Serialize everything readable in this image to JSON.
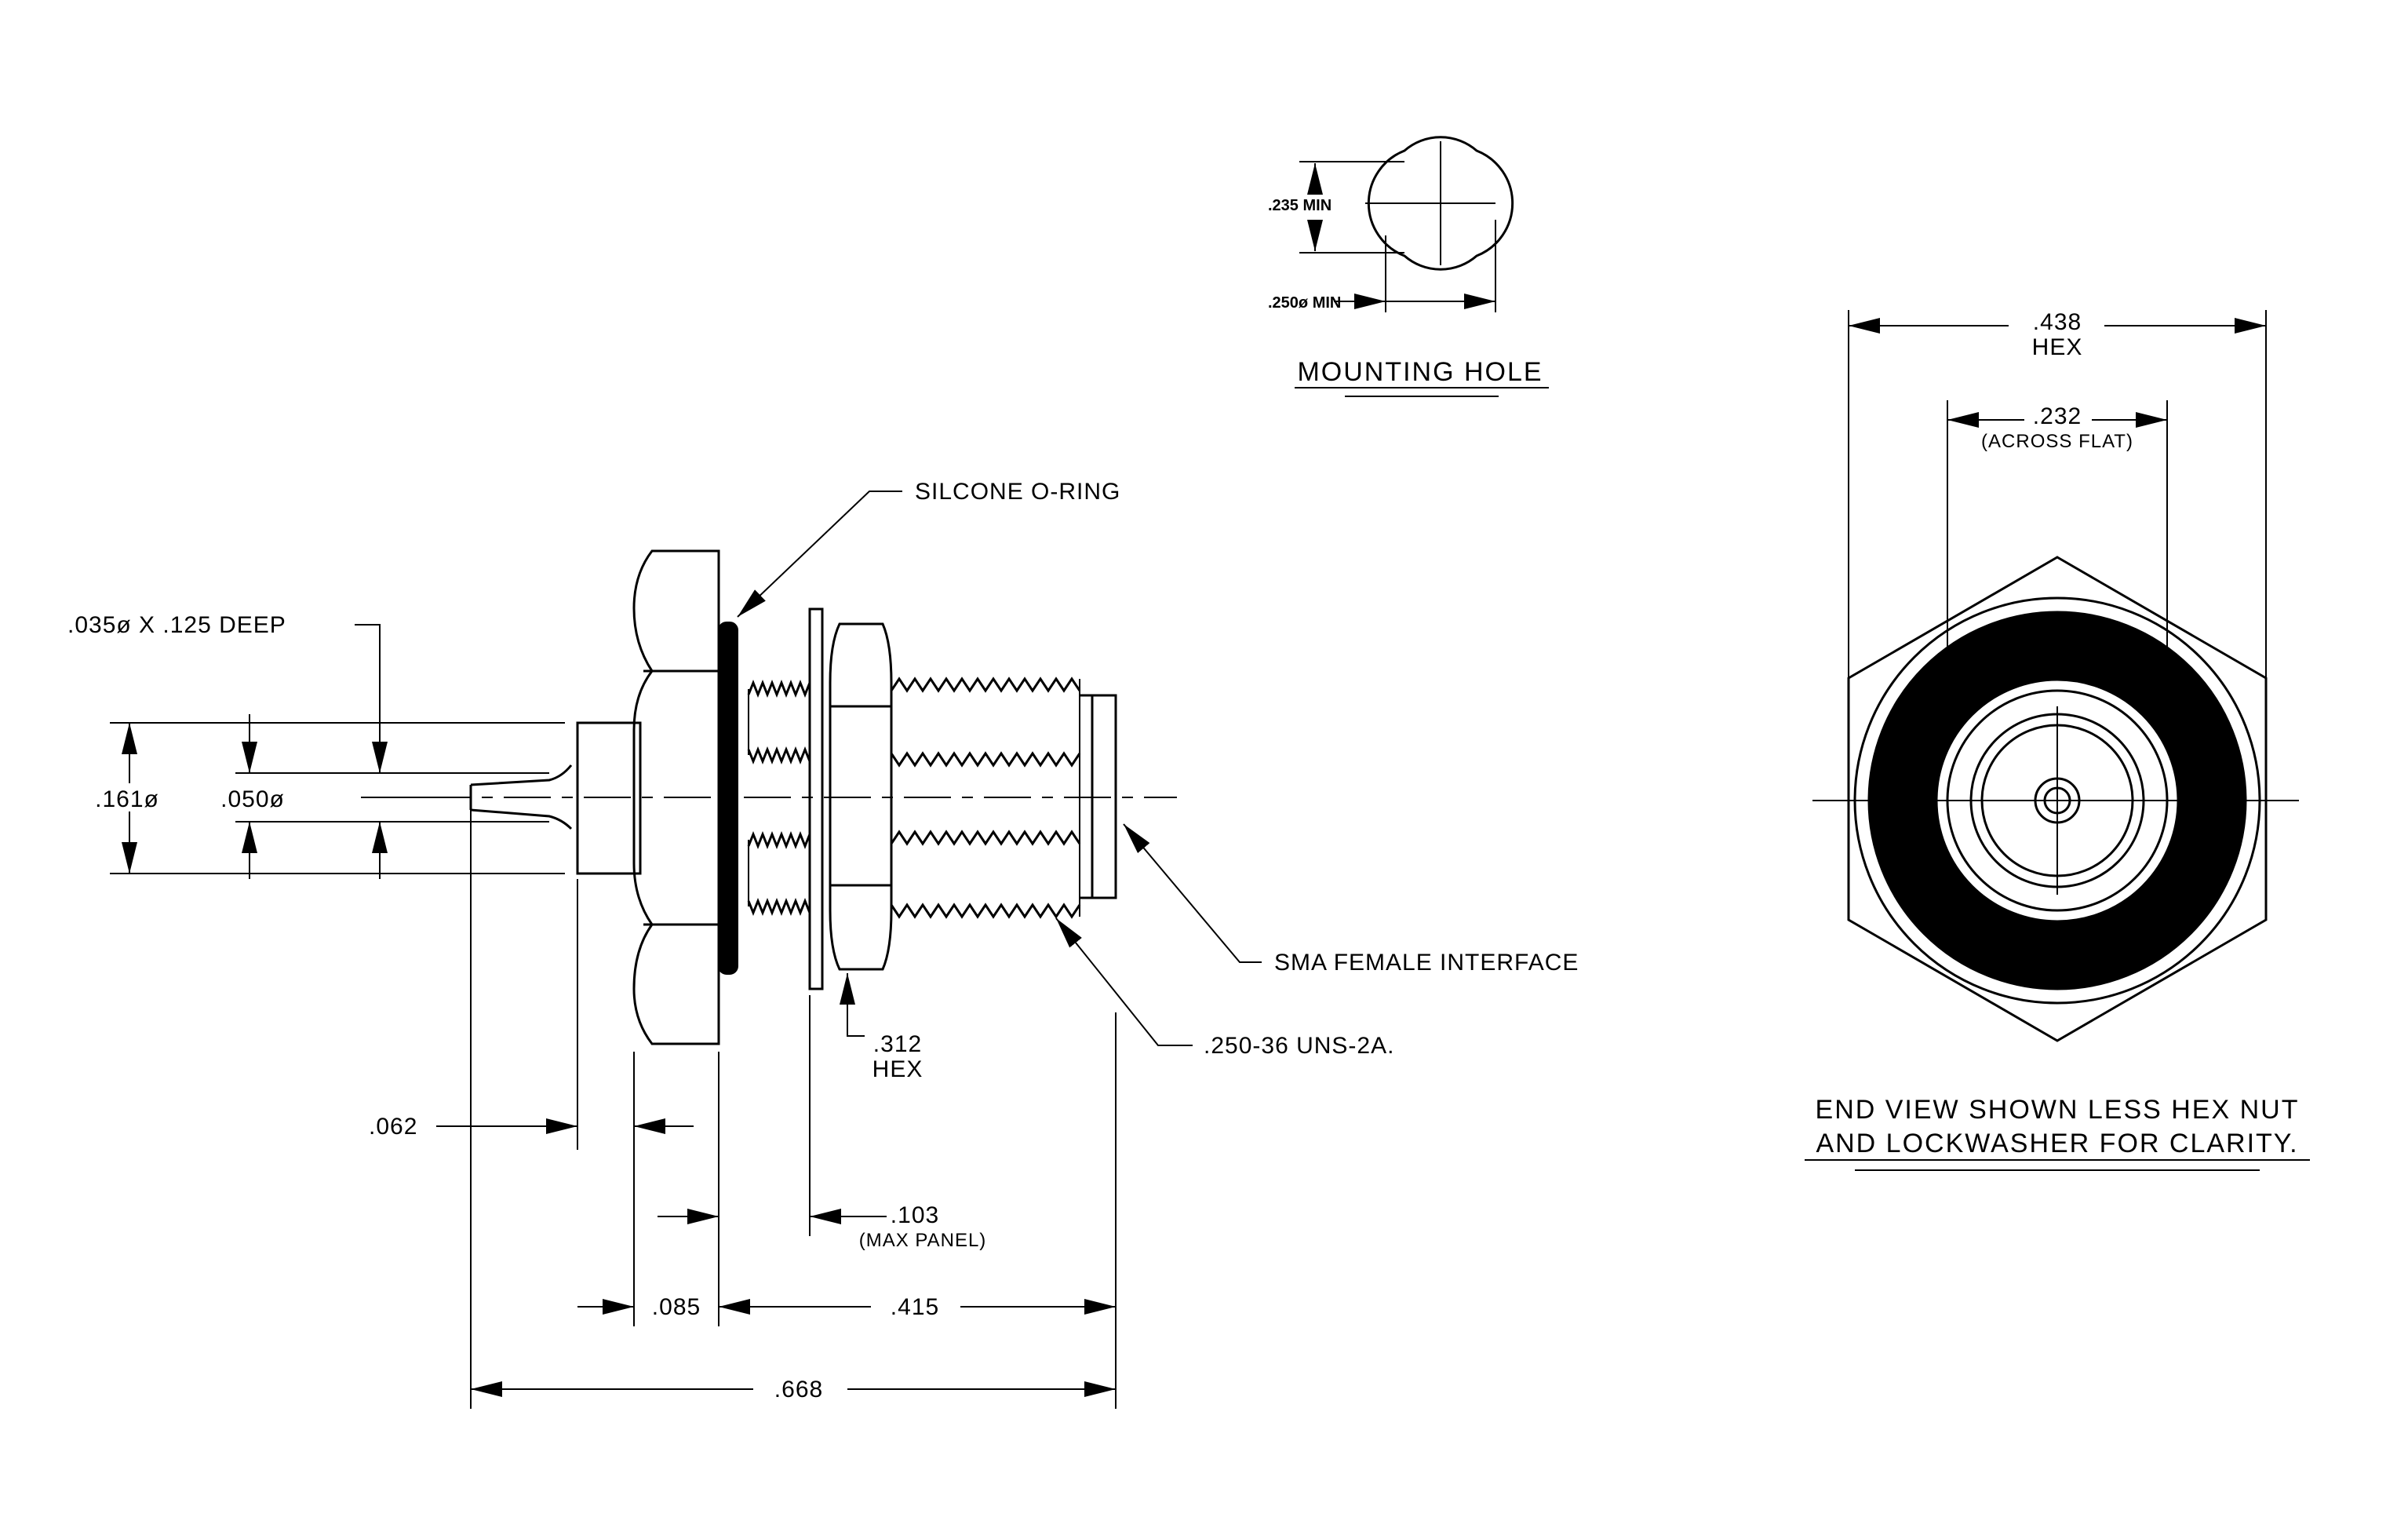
{
  "labels": {
    "o_ring": "SILCONE O-RING",
    "hole_depth": ".035ø X .125 DEEP",
    "dia_161": ".161ø",
    "dia_050": ".050ø",
    "sma_interface": "SMA FEMALE INTERFACE",
    "thread": ".250-36 UNS-2A.",
    "hex_312": ".312",
    "hex_312_sub": "HEX",
    "dim_062": ".062",
    "dim_103": ".103",
    "dim_103_sub": "(MAX PANEL)",
    "dim_085": ".085",
    "dim_415": ".415",
    "dim_668": ".668"
  },
  "mounting_hole": {
    "title": "MOUNTING HOLE",
    "min_235": ".235 MIN",
    "min_250": ".250ø MIN"
  },
  "end_view": {
    "hex_438": ".438",
    "hex_438_sub": "HEX",
    "flat_232": ".232",
    "flat_232_sub": "(ACROSS FLAT)",
    "caption_line1": "END VIEW SHOWN LESS HEX NUT",
    "caption_line2": "AND LOCKWASHER FOR CLARITY."
  },
  "colors": {
    "ink": "#000000",
    "paper": "#ffffff"
  }
}
